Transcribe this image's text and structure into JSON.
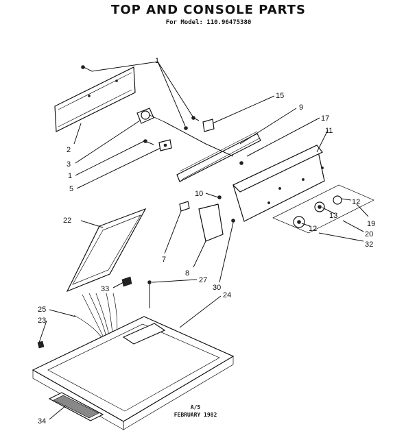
{
  "header": {
    "title": "TOP AND CONSOLE PARTS",
    "subtitle": "For Model: 110.96475380"
  },
  "footer": {
    "code": "A/5",
    "date": "FEBRUARY 1982"
  },
  "callouts": {
    "c1a": "1",
    "c2": "2",
    "c3": "3",
    "c1b": "1",
    "c5": "5",
    "c15": "15",
    "c9": "9",
    "c17": "17",
    "c11": "11",
    "c10": "10",
    "c12a": "12",
    "c13": "13",
    "c12b": "12",
    "c19": "19",
    "c20": "20",
    "c32": "32",
    "c22": "22",
    "c7": "7",
    "c8": "8",
    "c27": "27",
    "c30": "30",
    "c33": "33",
    "c24": "24",
    "c25": "25",
    "c23": "23",
    "c34": "34"
  }
}
